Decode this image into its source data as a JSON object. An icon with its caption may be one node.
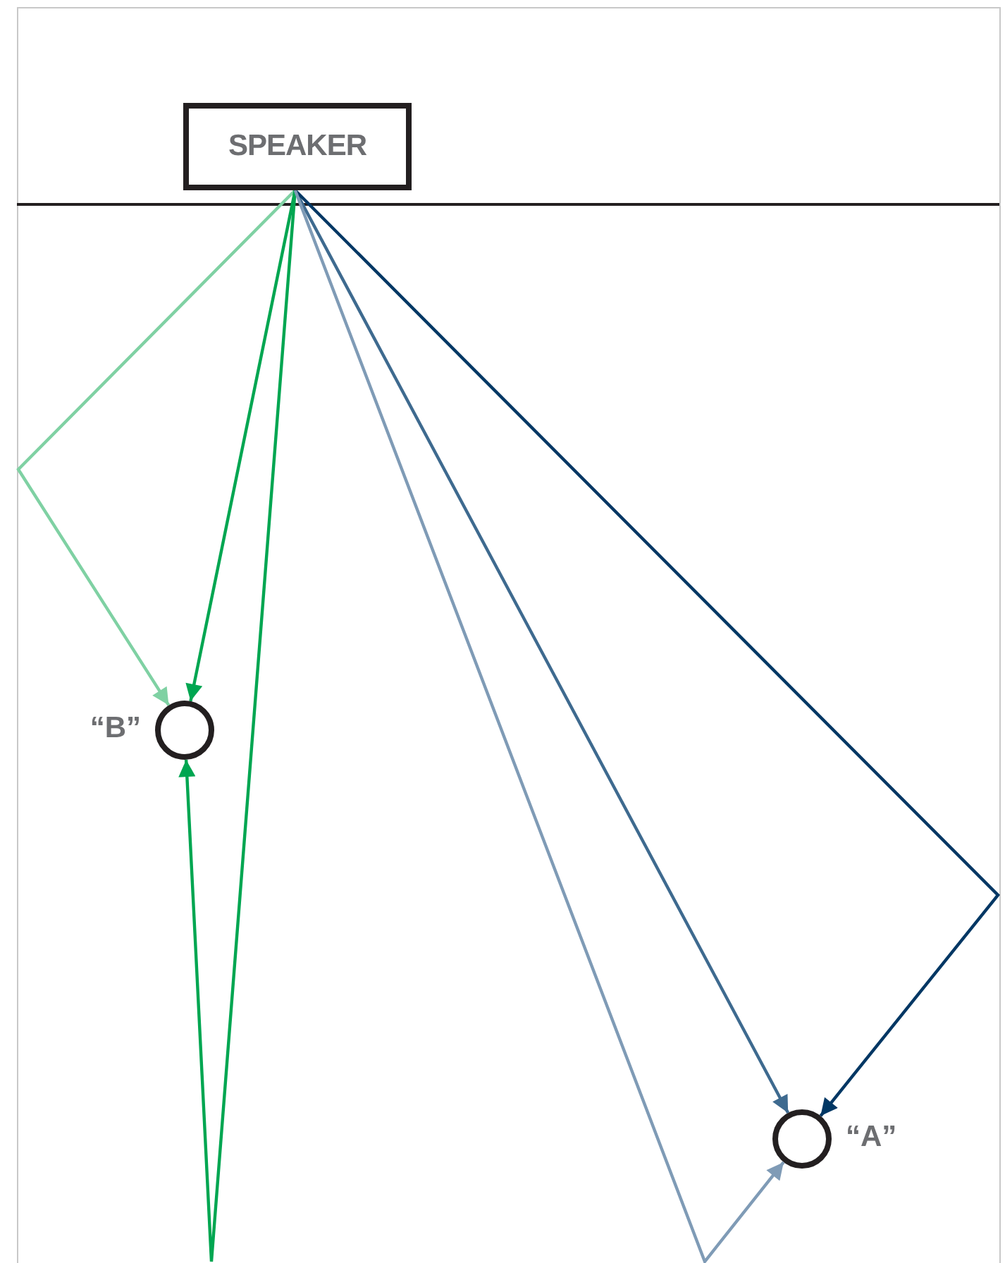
{
  "diagram": {
    "nodes": [
      {
        "text": [
          "SPEAKER"
        ]
      },
      {
        "text": [],
        "shape": "circle",
        "beside": [
          "“B”"
        ]
      },
      {
        "text": [],
        "shape": "circle",
        "beside": [
          "“A”"
        ]
      }
    ],
    "edges": [
      {
        "from": 0,
        "to": 1,
        "arrow": "to",
        "color": "#7fd1a3"
      },
      {
        "from": 0,
        "to": 1,
        "arrow": "to",
        "color": "#00a651"
      },
      {
        "from": 0,
        "to": 1,
        "arrow": "to",
        "color": "#00a651"
      },
      {
        "from": 0,
        "to": 2,
        "arrow": "to",
        "color": "#3e6a8f"
      },
      {
        "from": 0,
        "to": 2,
        "arrow": "to",
        "color": "#003764"
      },
      {
        "from": 0,
        "to": 2,
        "arrow": "to",
        "color": "#7f9bb6"
      }
    ]
  }
}
